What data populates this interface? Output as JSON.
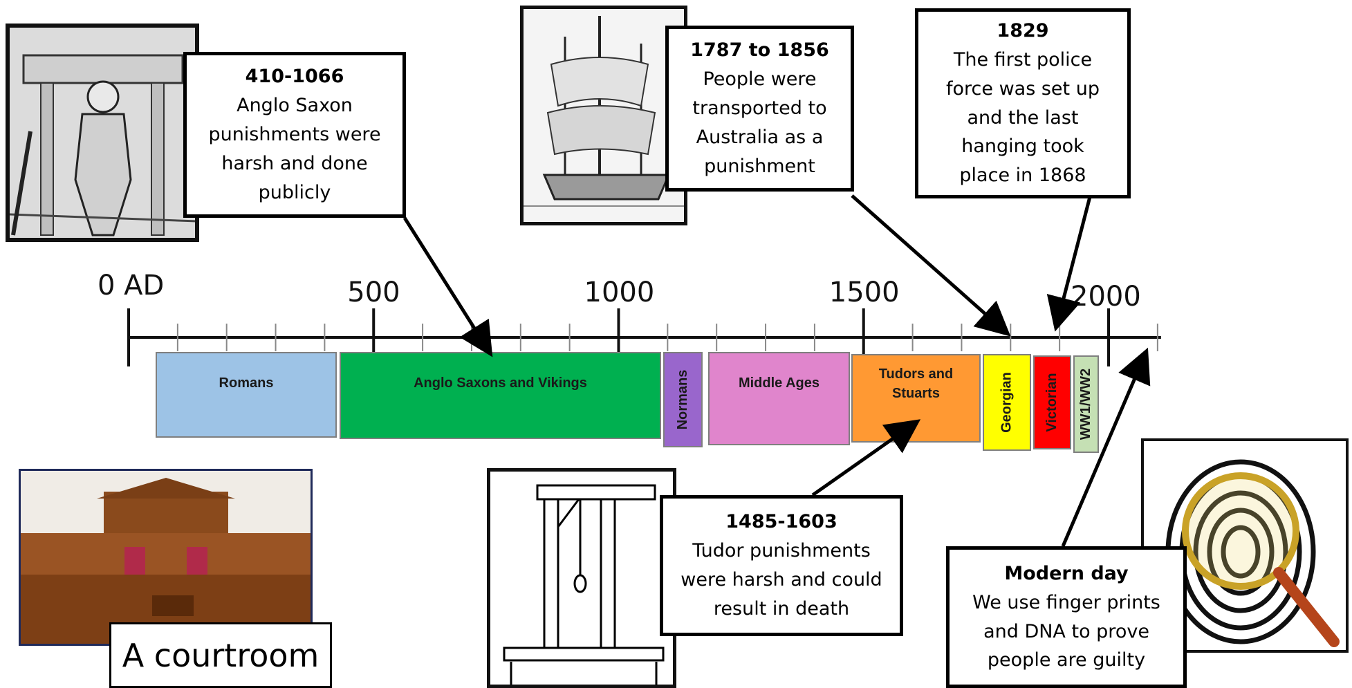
{
  "axis": {
    "ticks": [
      {
        "year": 0,
        "label": "0 AD"
      },
      {
        "year": 500,
        "label": "500"
      },
      {
        "year": 1000,
        "label": "1000"
      },
      {
        "year": 1500,
        "label": "1500"
      },
      {
        "year": 2000,
        "label": "2000"
      }
    ],
    "minor_step": 100,
    "range": [
      0,
      2100
    ]
  },
  "eras": [
    {
      "label": "Romans",
      "color": "#9dc3e6",
      "orientation": "horizontal"
    },
    {
      "label": "Anglo Saxons and Vikings",
      "color": "#00b050",
      "orientation": "horizontal"
    },
    {
      "label": "Normans",
      "color": "#9966cc",
      "orientation": "vertical"
    },
    {
      "label": "Middle Ages",
      "color": "#e085cc",
      "orientation": "horizontal"
    },
    {
      "label": "Tudors and Stuarts",
      "color": "#ff9933",
      "orientation": "horizontal"
    },
    {
      "label": "Georgian",
      "color": "#ffff00",
      "orientation": "vertical"
    },
    {
      "label": "Victorian",
      "color": "#ff0000",
      "orientation": "vertical"
    },
    {
      "label": "WW1/WW2",
      "color": "#c5e0b4",
      "orientation": "vertical"
    }
  ],
  "notes": {
    "anglo_saxon": {
      "date": "410-1066",
      "text": "Anglo Saxon punishments were harsh and done publicly"
    },
    "transport": {
      "date": "1787 to 1856",
      "text": "People were transported to Australia as a punishment"
    },
    "police": {
      "date": "1829",
      "text": "The first police force was set up and the last hanging took place in 1868"
    },
    "tudor": {
      "date": "1485-1603",
      "text": "Tudor punishments were harsh and could result in death"
    },
    "modern": {
      "date": "Modern day",
      "text": "We use finger prints and DNA to prove people are guilty"
    }
  },
  "images": {
    "courtroom_caption": "A courtroom",
    "pillory": "pillory-illustration",
    "ship": "sailing-ship-illustration",
    "gallows": "gallows-illustration",
    "fingerprint": "fingerprint-magnifier-illustration"
  }
}
